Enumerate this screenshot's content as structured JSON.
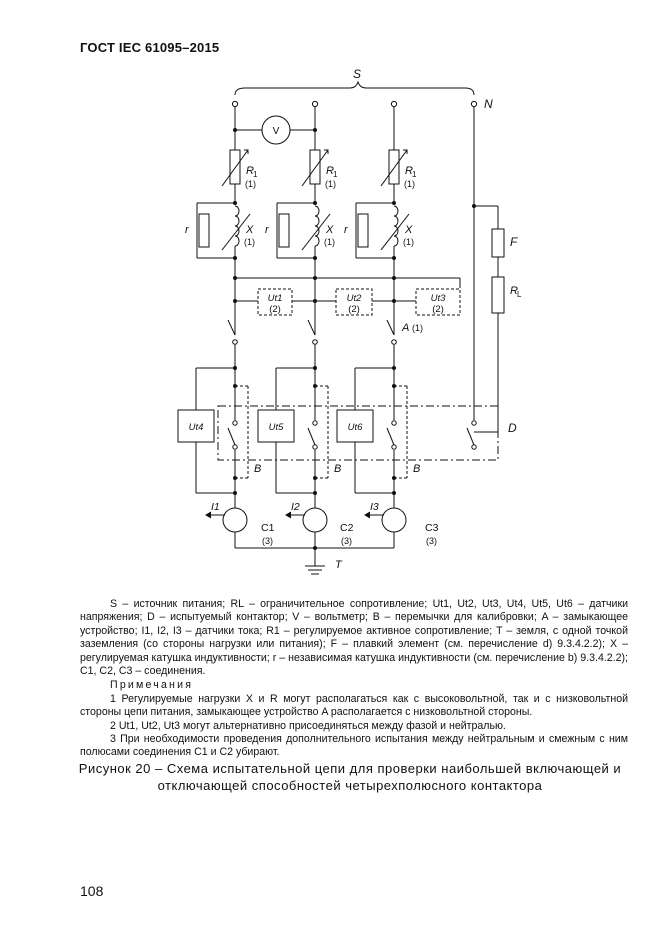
{
  "header": {
    "standard": "ГОСТ IEC 61095–2015"
  },
  "diagram": {
    "labels": {
      "S": "S",
      "N": "N",
      "V": "V",
      "R1": "R",
      "R1_sub": "1",
      "ref1": "(1)",
      "ref2": "(2)",
      "ref3": "(3)",
      "r": "r",
      "X": "X",
      "F": "F",
      "RL": "R",
      "RL_sub": "L",
      "Ut1": "Ut1",
      "Ut2": "Ut2",
      "Ut3": "Ut3",
      "Ut4": "Ut4",
      "Ut5": "Ut5",
      "Ut6": "Ut6",
      "A": "A",
      "D": "D",
      "B": "B",
      "I1": "I1",
      "I2": "I2",
      "I3": "I3",
      "C1": "C1",
      "C2": "C2",
      "C3": "C3",
      "T": "T"
    }
  },
  "legend": {
    "paragraph": "S – источник питания; RL – ограничительное сопротивление; Ut1, Ut2, Ut3, Ut4, Ut5, Ut6 – датчики напряжения; D – испытуемый контактор; V – вольтметр; B – перемычки для калибровки; A – замыкающее устройство; I1, I2, I3 – датчики тока; R1 – регулируемое активное сопротивление; T – земля, с одной точкой заземления (со стороны нагрузки или питания); F – плавкий элемент (см. перечисление d) 9.3.4.2.2); X – регулируемая катушка индуктивности; r – независимая катушка индуктивности (см. перечисление b) 9.3.4.2.2); C1, C2, C3 – соединения.",
    "notes_title": "Примечания",
    "notes": [
      "1 Регулируемые нагрузки X и R могут располагаться как с высоковольтной, так и с низковольтной стороны цепи питания, замыкающее устройство A располагается с низковольтной стороны.",
      "2 Ut1, Ut2, Ut3 могут альтернативно присоединяться между фазой и нейтралью.",
      "3 При необходимости проведения дополнительного испытания между нейтральным и смежным с ним полюсами соединения C1 и C2 убирают."
    ]
  },
  "caption": "Рисунок 20 – Схема испытательной цепи для проверки наибольшей включающей и отключающей способностей четырехполюсного контактора",
  "page_number": "108"
}
